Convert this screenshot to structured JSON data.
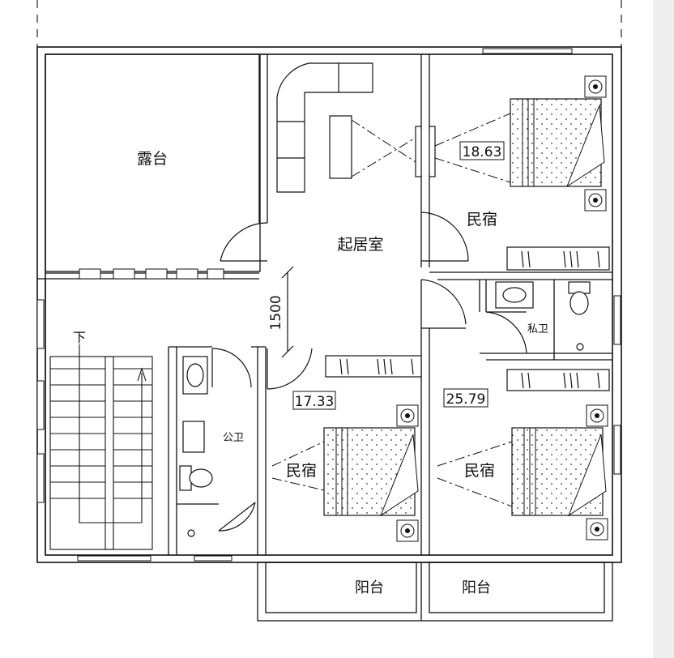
{
  "rooms": {
    "terrace": "露台",
    "living_room": "起居室",
    "bedroom_top": "民宿",
    "bedroom_mid": "民宿",
    "bedroom_right": "民宿",
    "public_bath": "公卫",
    "private_bath": "私卫",
    "balcony_left": "阳台",
    "balcony_right": "阳台"
  },
  "areas": {
    "top_right": "18.63",
    "mid": "17.33",
    "bottom_right": "25.79"
  },
  "dimension": "1500",
  "stair_label": "下"
}
